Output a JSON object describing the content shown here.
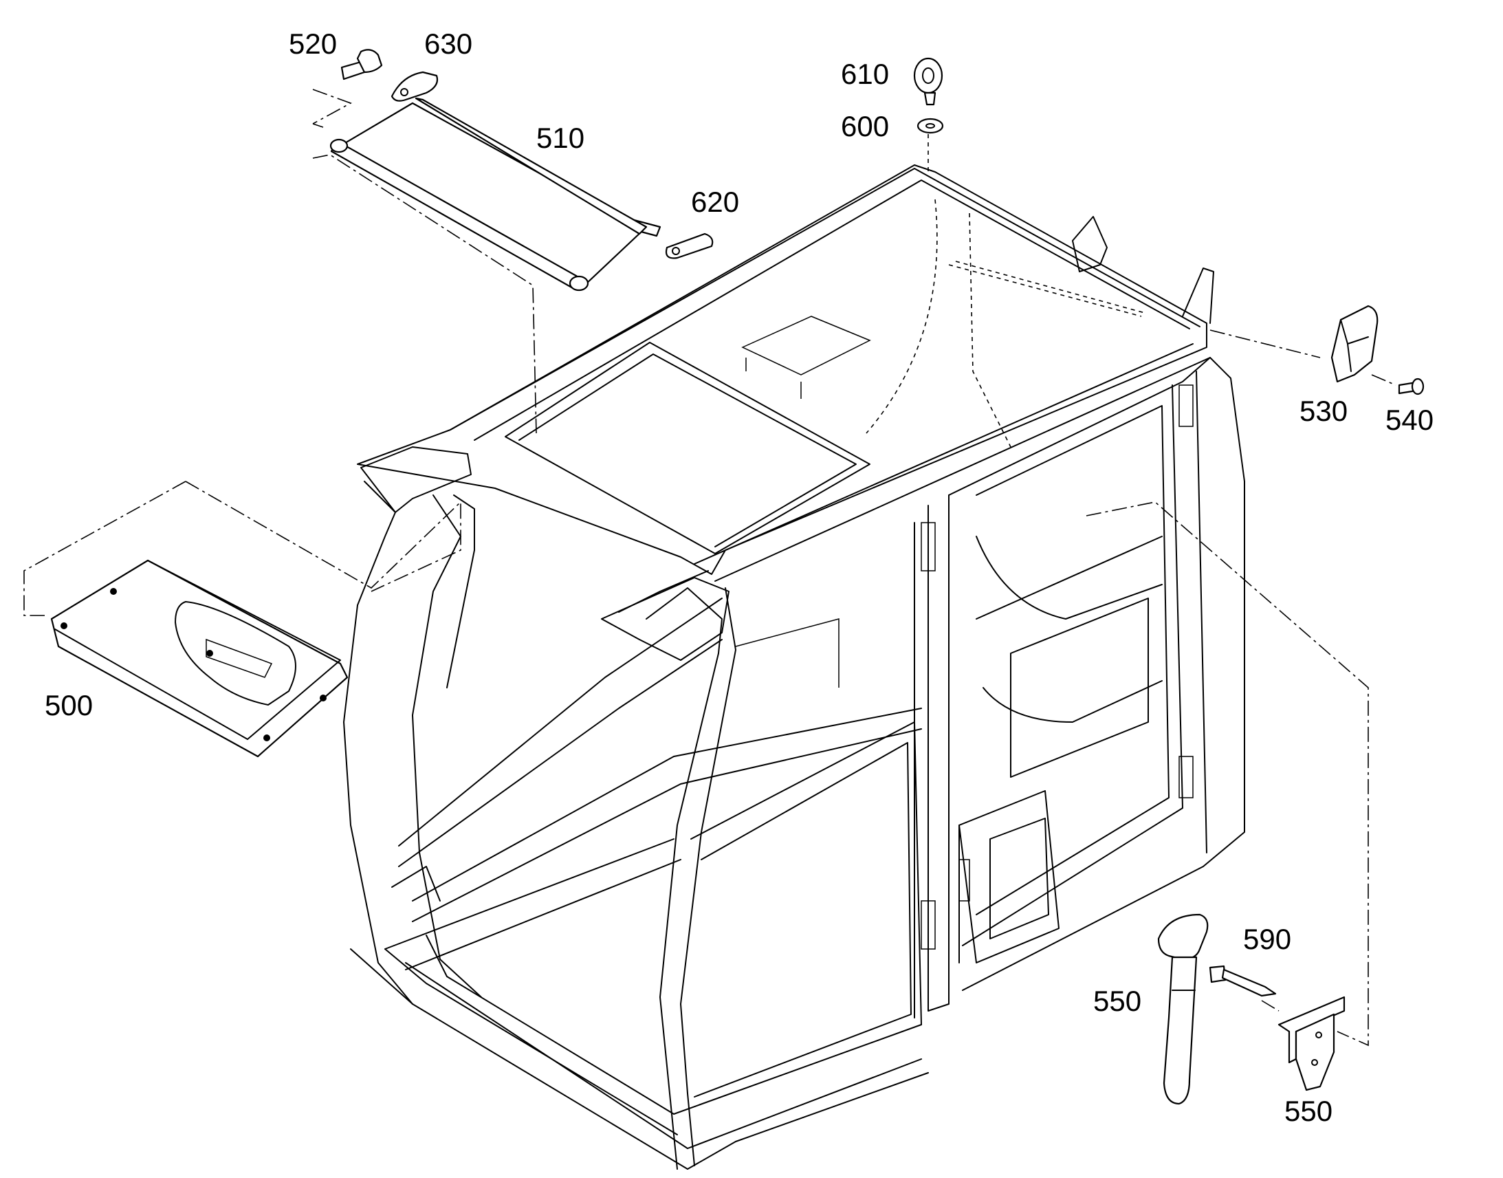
{
  "callouts": {
    "c500": "500",
    "c510": "510",
    "c520": "520",
    "c530": "530",
    "c540": "540",
    "c550_handle": "550",
    "c550_bracket": "550",
    "c590": "590",
    "c600": "600",
    "c610": "610",
    "c620": "620",
    "c630": "630"
  },
  "parts": [
    "sun-visor-panel",
    "roller-blind",
    "cap-screw",
    "blind-bracket-right",
    "blind-bracket-left",
    "eye-bolt",
    "washer",
    "clip-holder",
    "tapping-screw",
    "emergency-hammer",
    "hammer-bracket",
    "bolt",
    "cab-frame"
  ]
}
